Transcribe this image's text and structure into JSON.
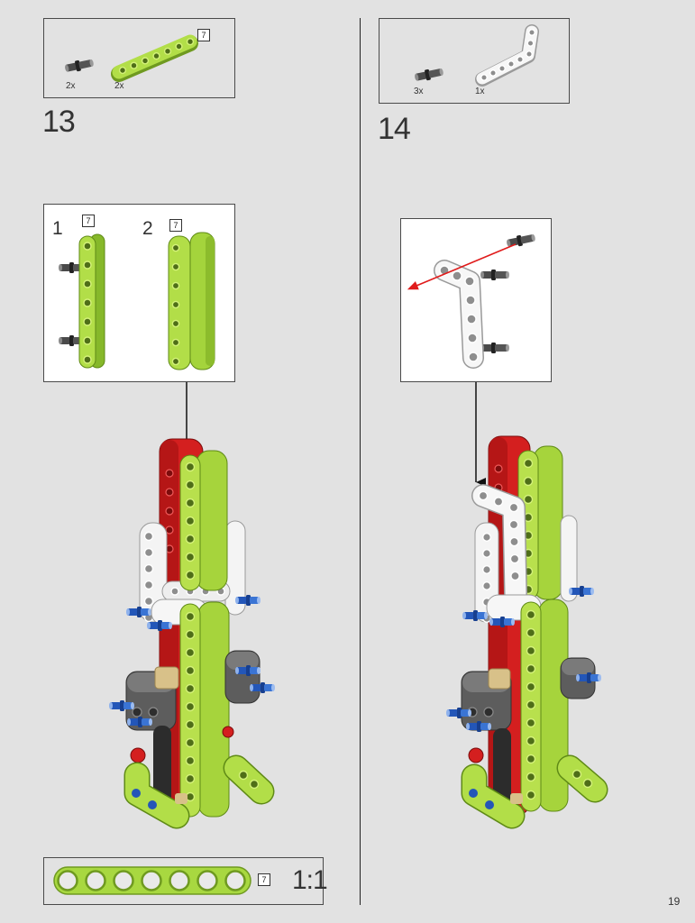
{
  "page": {
    "number": "19"
  },
  "step13": {
    "number": "13",
    "parts": [
      {
        "count": "2x",
        "icon": "black-friction-pin-icon"
      },
      {
        "count": "2x",
        "icon": "lime-beam-icon",
        "length_label": "7"
      }
    ],
    "subassembly": [
      {
        "number": "1",
        "length_label": "7"
      },
      {
        "number": "2",
        "length_label": "7"
      }
    ]
  },
  "step14": {
    "number": "14",
    "parts": [
      {
        "count": "3x",
        "icon": "black-friction-pin-icon"
      },
      {
        "count": "1x",
        "icon": "white-l-beam-icon"
      }
    ]
  },
  "ruler": {
    "length_label": "7",
    "scale": "1:1"
  },
  "colors": {
    "page_background": "#e2e2e2",
    "lime": "#a6d43c",
    "red": "#d41f1f",
    "white": "#f4f4f4",
    "dark_gray": "#5d5d5d",
    "blue": "#2356b8",
    "tan": "#d8c189",
    "arrow_red": "#e01b1b"
  }
}
